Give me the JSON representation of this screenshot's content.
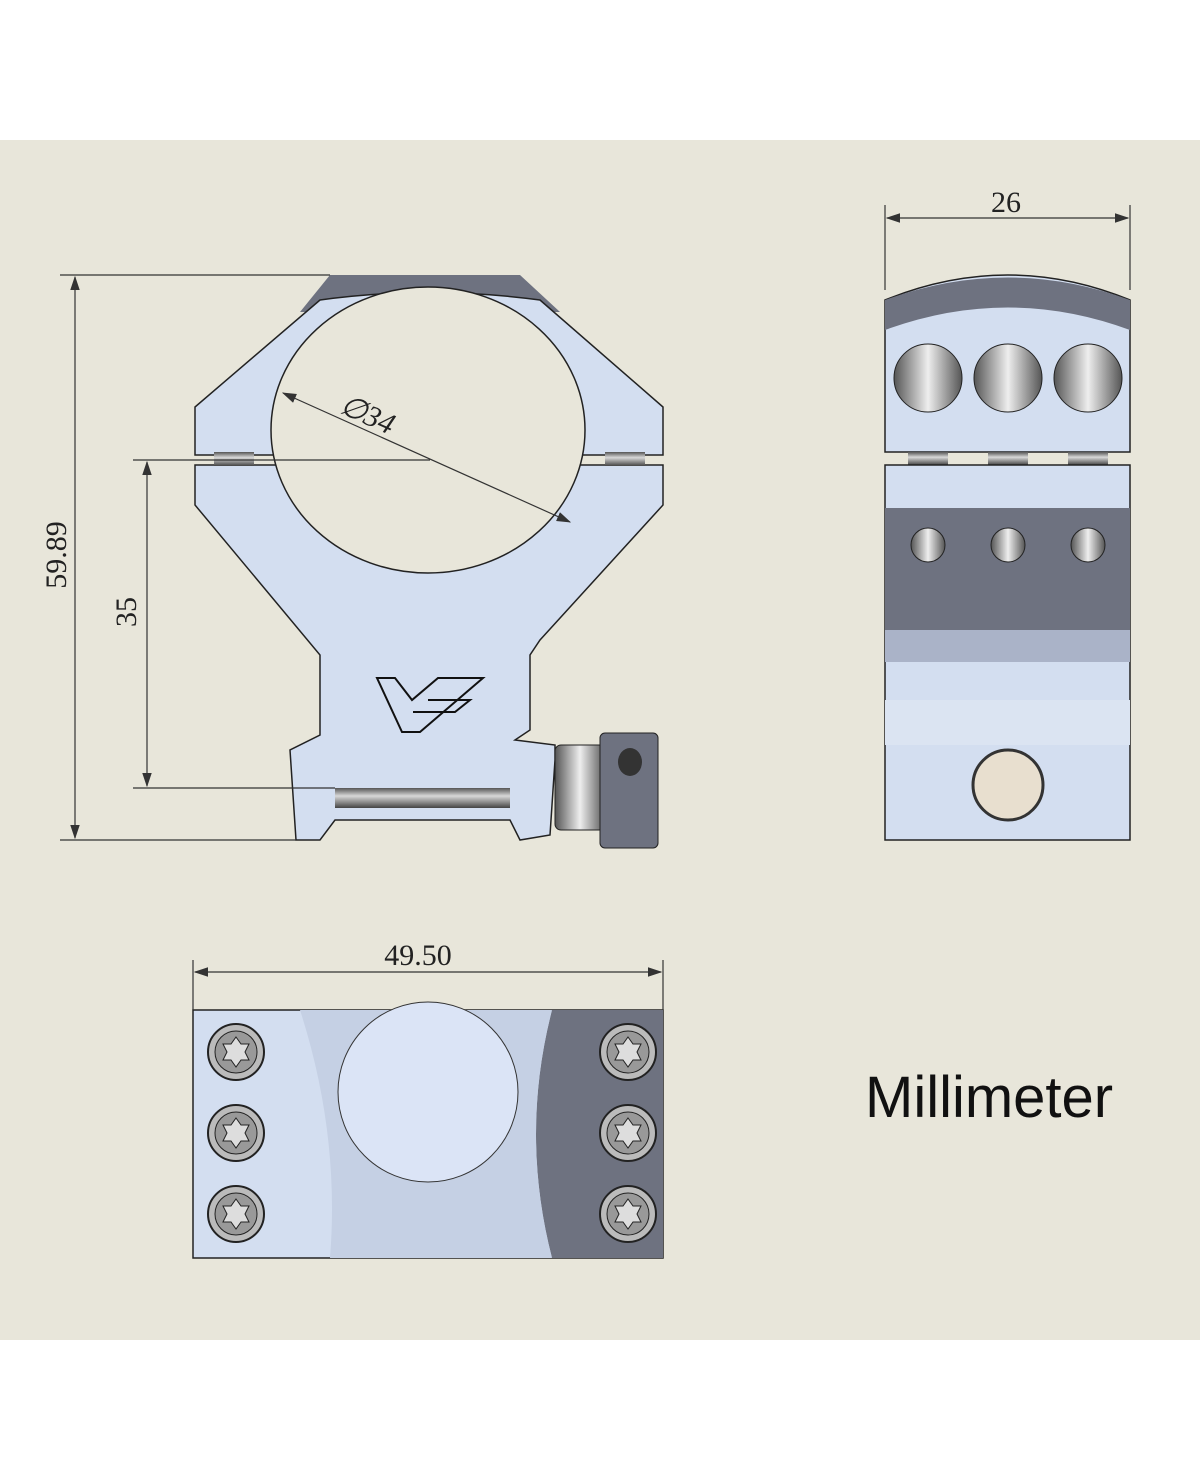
{
  "dimensions": {
    "total_height": "59.89",
    "center_height": "35",
    "ring_diameter": "∅34",
    "width": "26",
    "length": "49.50"
  },
  "unit_label": "Millimeter",
  "logo_text": "VE",
  "colors": {
    "background": "#e8e6da",
    "part_light": "#d3def0",
    "part_dark": "#6e7280"
  }
}
